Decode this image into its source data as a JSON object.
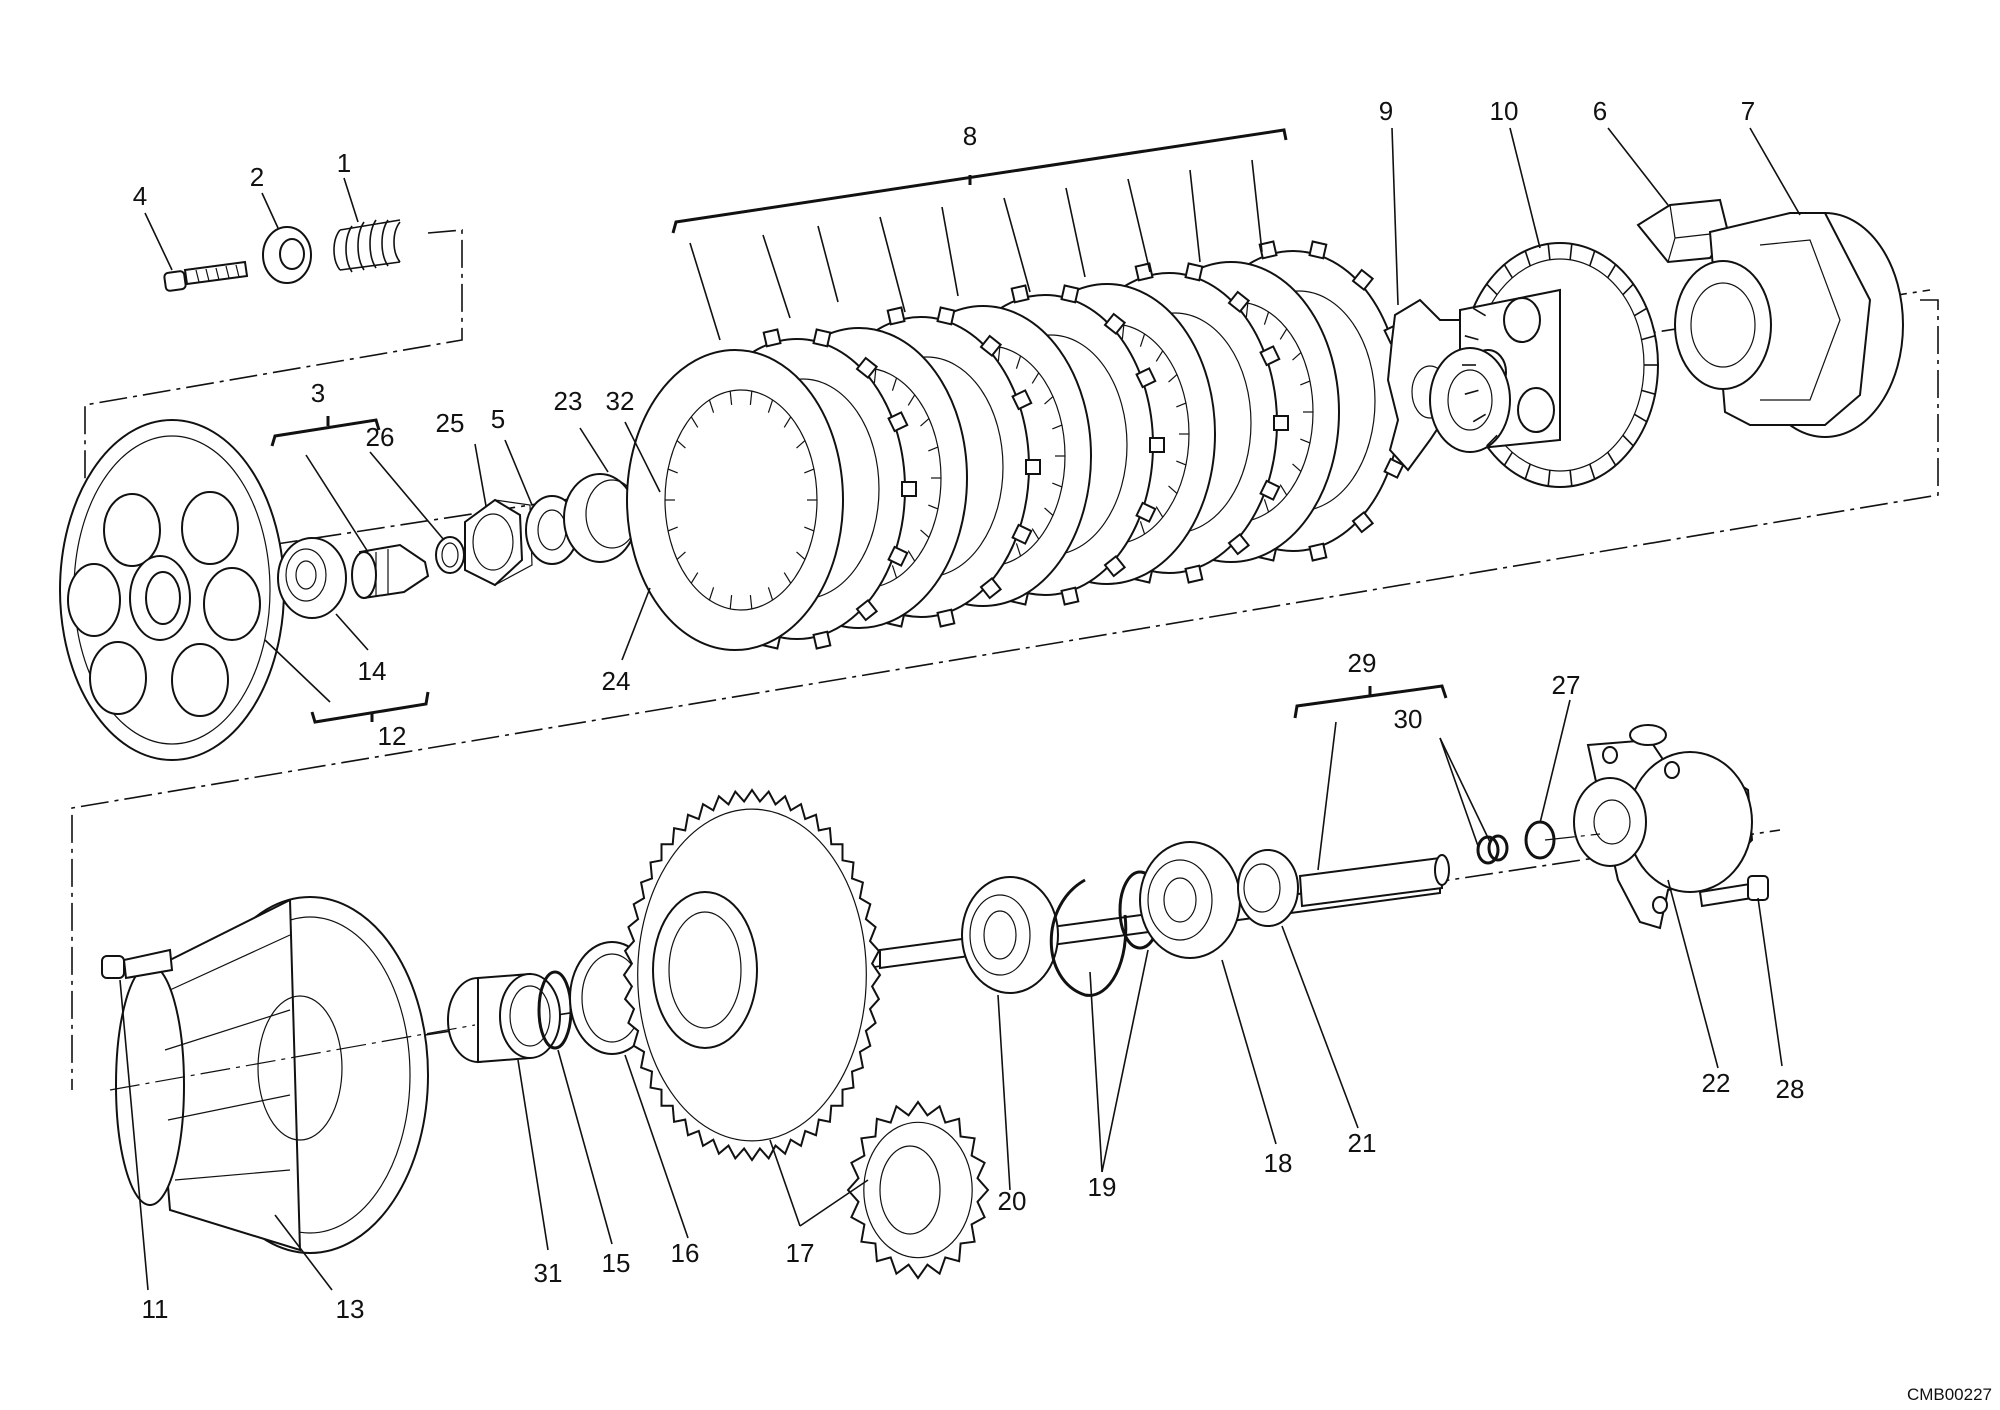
{
  "drawing_code": "CMB00227",
  "callouts": [
    "1",
    "2",
    "3",
    "4",
    "5",
    "6",
    "7",
    "8",
    "9",
    "10",
    "11",
    "12",
    "13",
    "14",
    "15",
    "16",
    "17",
    "18",
    "19",
    "20",
    "21",
    "22",
    "23",
    "24",
    "25",
    "26",
    "27",
    "28",
    "29",
    "30",
    "31",
    "32"
  ],
  "colors": {
    "ink": "#111111",
    "background": "#ffffff"
  }
}
